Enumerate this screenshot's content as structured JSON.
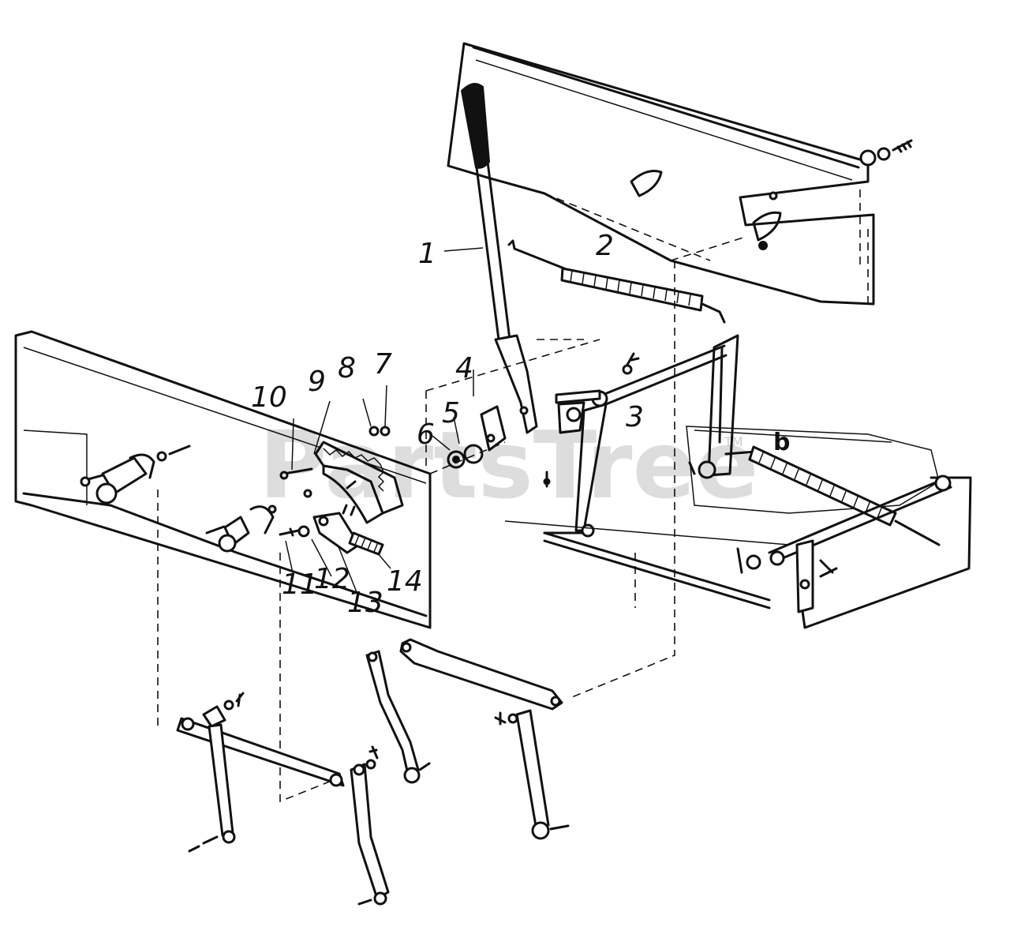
{
  "watermark": {
    "text": "PartsTree",
    "tm": "TM"
  },
  "colors": {
    "line": "#111111",
    "background": "#ffffff",
    "watermark": "#b8b8b8"
  },
  "labels": [
    "1",
    "2",
    "3",
    "4",
    "5",
    "6",
    "7",
    "8",
    "9",
    "10",
    "11",
    "12",
    "13",
    "14",
    "b"
  ]
}
